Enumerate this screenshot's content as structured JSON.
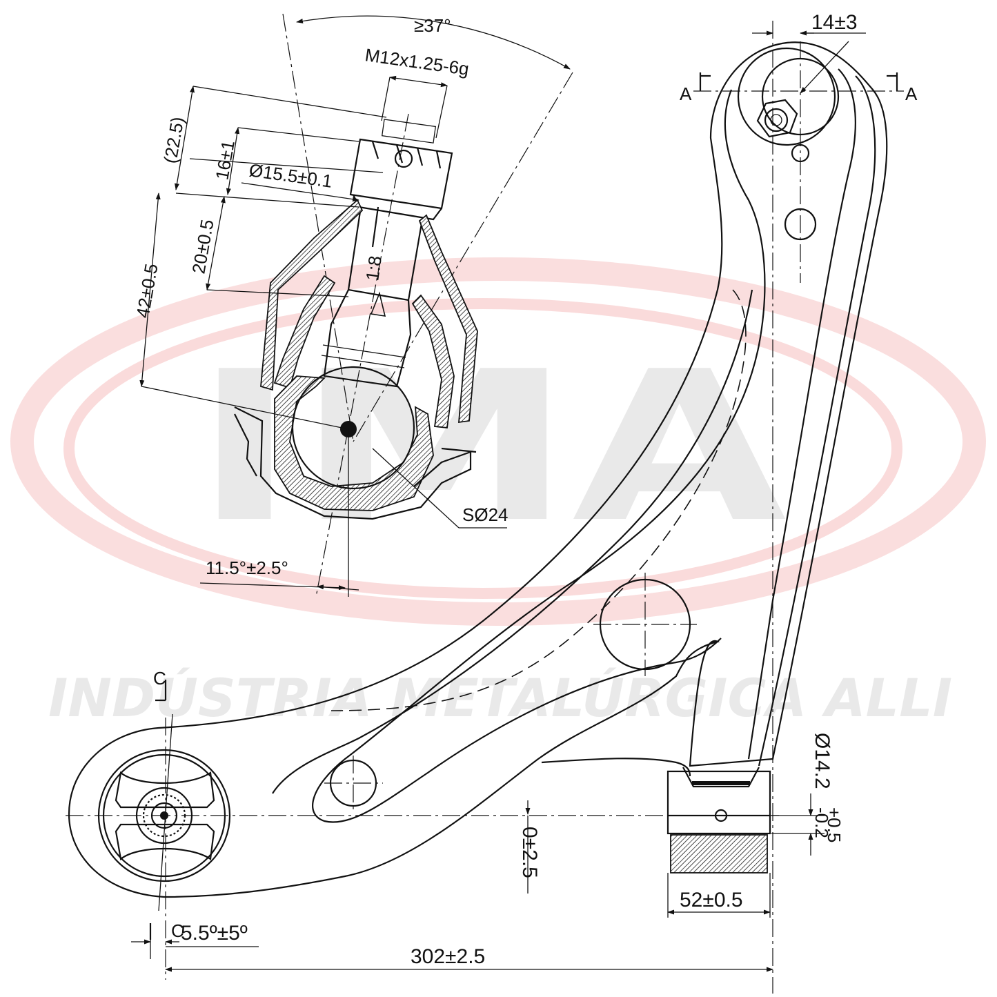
{
  "watermark": {
    "logo_letters": "IMA",
    "company_name": "INDÚSTRIA METALÚRGICA ALLI",
    "ring_color": "#f2a9a9",
    "letter_color": "#e6e6e6"
  },
  "dimensions": {
    "angle_min": "≥37°",
    "thread": "M12x1.25-6g",
    "ref_height": "(22.5)",
    "nut_height": "16±1",
    "diameter": "Ø15.5±0.1",
    "stud_length": "20±0.5",
    "taper": "1:8",
    "total_height": "42±0.5",
    "sphere": "SØ24",
    "tilt_angle": "11.5°±2.5°",
    "offset_top": "14±3",
    "section_left": "A",
    "section_right": "A",
    "bushing_diameter": "Ø14.2",
    "bushing_tol_upper": "+0.5",
    "bushing_tol_lower": "-0.2",
    "height_offset": "0±2.5",
    "bushing_width": "52±0.5",
    "bushing_angle": "5.5º±5º",
    "overall_length": "302±2.5",
    "section_c_top": "C",
    "section_c_bottom": "C"
  }
}
